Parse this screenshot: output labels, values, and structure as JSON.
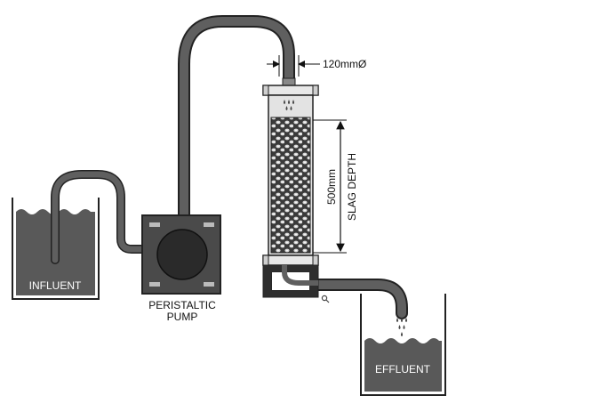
{
  "labels": {
    "influent": "INFLUENT",
    "pump_line1": "PERISTALTIC",
    "pump_line2": "PUMP",
    "diameter": "120mmØ",
    "depth_line1": "500mm",
    "depth_line2": "SLAG DEPTH",
    "effluent": "EFFLUENT"
  },
  "colors": {
    "water": "#595959",
    "tube": "#5f5f5f",
    "pump_body": "#4a4a4a",
    "pump_rotor": "#2a2a2a",
    "column_glass": "#e3e3e3",
    "slag": "#3a3a3a",
    "outline": "#222222"
  },
  "icons": [
    "droplet-icon",
    "magnifier-icon"
  ]
}
